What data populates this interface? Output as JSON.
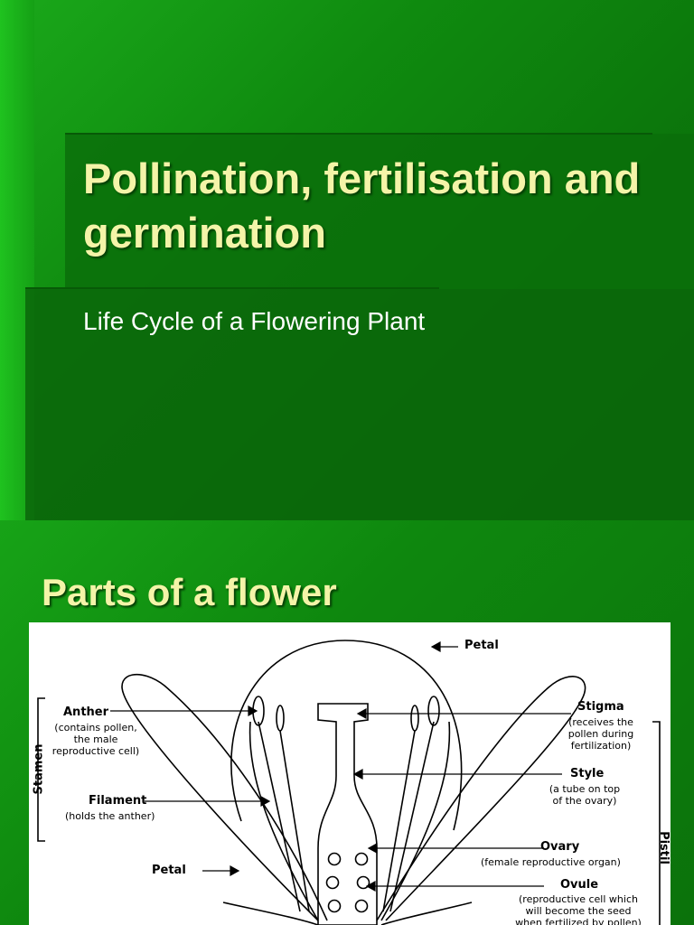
{
  "slide1": {
    "title": "Pollination, fertilisation and germination",
    "subtitle": "Life Cycle of a Flowering Plant"
  },
  "slide2": {
    "title": "Parts of a flower",
    "diagram": {
      "petal_top": "Petal",
      "anther": "Anther",
      "anther_desc_1": "(contains pollen,",
      "anther_desc_2": "the male",
      "anther_desc_3": "reproductive cell)",
      "stamen": "Stamen",
      "filament": "Filament",
      "filament_desc": "(holds the anther)",
      "petal_left": "Petal",
      "stigma": "Stigma",
      "stigma_desc_1": "(receives the",
      "stigma_desc_2": "pollen during",
      "stigma_desc_3": "fertilization)",
      "style": "Style",
      "style_desc_1": "(a tube on top",
      "style_desc_2": "of the ovary)",
      "ovary": "Ovary",
      "ovary_desc": "(female reproductive organ)",
      "ovule": "Ovule",
      "ovule_desc_1": "(reproductive cell which",
      "ovule_desc_2": "will become the seed",
      "ovule_desc_3": "when fertilized by pollen)",
      "pistil": "Pistil"
    }
  },
  "colors": {
    "title_yellow": "#f4f4a8",
    "background_green": "#0d7a0d"
  }
}
